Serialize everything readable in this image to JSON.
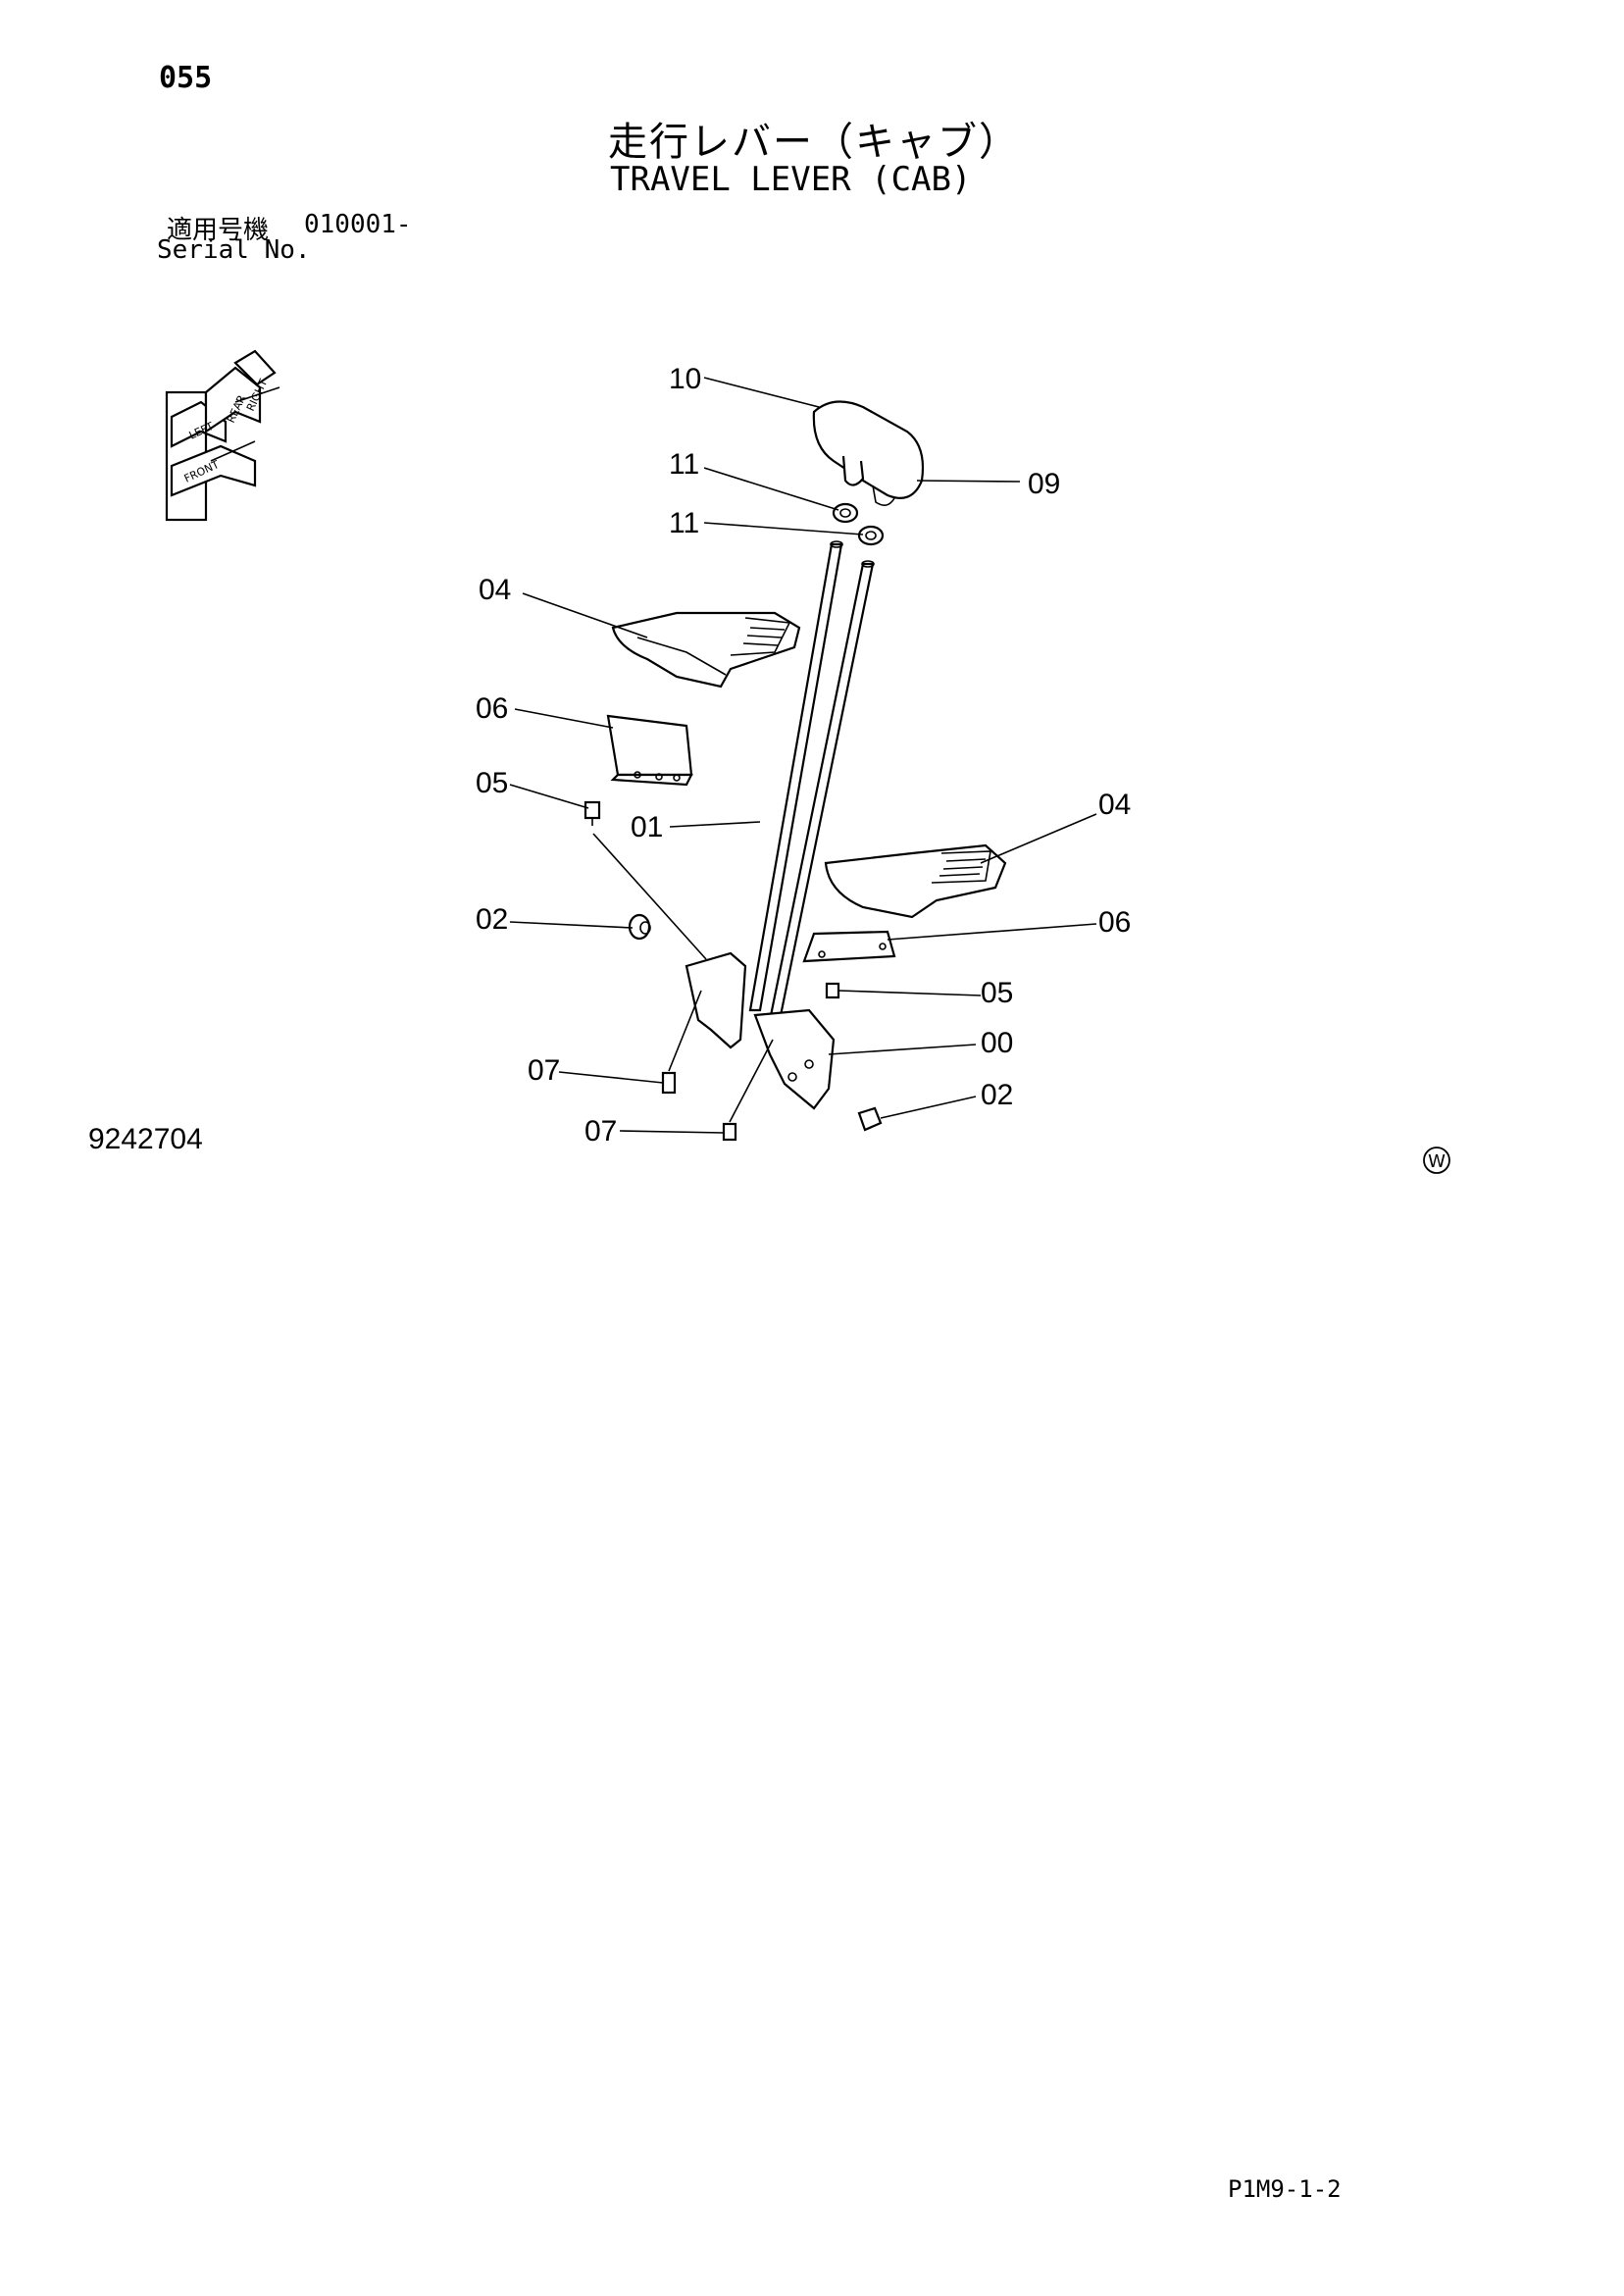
{
  "page": {
    "number": "055",
    "title_jp": "走行レバー（キャブ）",
    "title_en": "TRAVEL LEVER (CAB)",
    "serial_label_jp": "適用号機",
    "serial_value": "010001-",
    "serial_label_en": "Serial No.",
    "drawing_number": "9242704",
    "footer_code": "P1M9-1-2",
    "mark_symbol": "W"
  },
  "callouts": [
    {
      "id": "c10",
      "label": "10"
    },
    {
      "id": "c11a",
      "label": "11"
    },
    {
      "id": "c09",
      "label": "09"
    },
    {
      "id": "c11b",
      "label": "11"
    },
    {
      "id": "c04a",
      "label": "04"
    },
    {
      "id": "c06a",
      "label": "06"
    },
    {
      "id": "c05a",
      "label": "05"
    },
    {
      "id": "c01",
      "label": "01"
    },
    {
      "id": "c04b",
      "label": "04"
    },
    {
      "id": "c02a",
      "label": "02"
    },
    {
      "id": "c06b",
      "label": "06"
    },
    {
      "id": "c05b",
      "label": "05"
    },
    {
      "id": "c00",
      "label": "00"
    },
    {
      "id": "c07a",
      "label": "07"
    },
    {
      "id": "c02b",
      "label": "02"
    },
    {
      "id": "c07b",
      "label": "07"
    }
  ],
  "orientation_icon": {
    "labels": [
      "FRONT",
      "LEFT",
      "RIGHT",
      "REAR"
    ]
  }
}
